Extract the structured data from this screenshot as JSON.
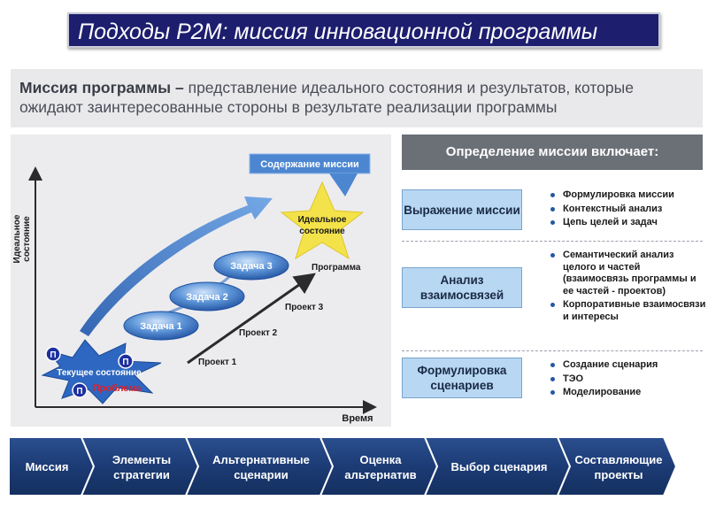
{
  "title": "Подходы P2M:  миссия инновационной программы",
  "subtitle": {
    "bold": "Миссия программы –",
    "text": " представление идеального состояния и результатов, которые ожидают заинтересованные стороны в результате реализации программы"
  },
  "diagram": {
    "y_axis_label_line1": "Идеальное",
    "y_axis_label_line2": "состояние",
    "x_axis_label": "Время",
    "callout": "Содержание миссии",
    "star_label_line1": "Идеальное",
    "star_label_line2": "состояние",
    "tasks": [
      "Задача 1",
      "Задача 2",
      "Задача 3"
    ],
    "program_label": "Программа",
    "projects": [
      "Проект 1",
      "Проект 2",
      "Проект 3"
    ],
    "current_state": "Текущее состояние",
    "problem": "Проблема",
    "p_marker": "П",
    "colors": {
      "task_blue": "#2f6cc0",
      "star_yellow": "#f4e24a",
      "arrow_blue": "#3b73c4",
      "burst_blue": "#2e67c1",
      "problem_red": "#d9212b"
    }
  },
  "right_panel": {
    "header": "Определение миссии включает:",
    "sections": [
      {
        "box": "Выражение миссии",
        "bullets": [
          "Формулировка миссии",
          "Контекстный анализ",
          "Цепь целей и задач"
        ]
      },
      {
        "box": "Анализ взаимосвязей",
        "bullets": [
          "Семантический анализ целого и частей (взаимосвязь программы и ее частей - проектов)",
          "Корпоративные взаимосвязи и интересы"
        ]
      },
      {
        "box": "Формулировка сценариев",
        "bullets": [
          "Создание сценария",
          "ТЭО",
          "Моделирование"
        ]
      }
    ]
  },
  "process_steps": [
    {
      "line1": "Миссия",
      "line2": ""
    },
    {
      "line1": "Элементы",
      "line2": "стратегии"
    },
    {
      "line1": "Альтернативные",
      "line2": "сценарии"
    },
    {
      "line1": "Оценка",
      "line2": "альтернатив"
    },
    {
      "line1": "Выбор сценария",
      "line2": ""
    },
    {
      "line1": "Составляющие",
      "line2": "проекты"
    }
  ]
}
